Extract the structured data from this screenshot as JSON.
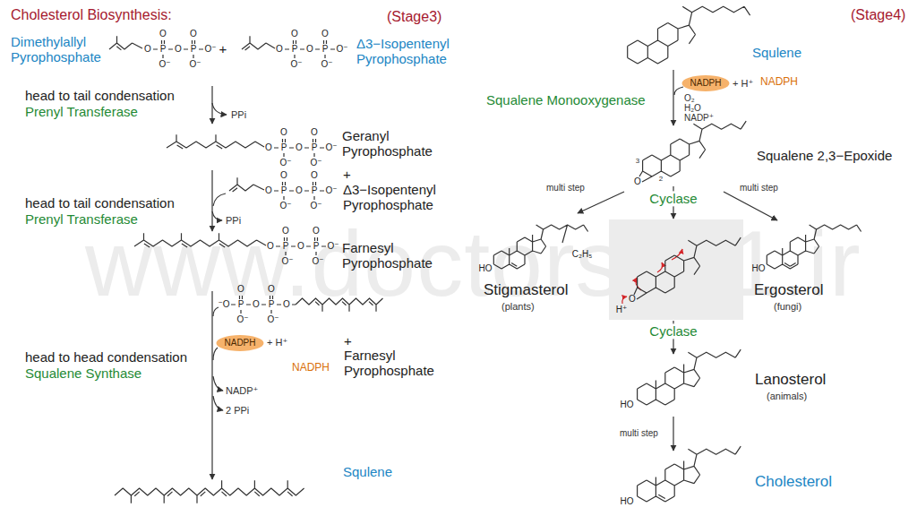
{
  "diagram": {
    "title": "Cholesterol Biosynthesis:",
    "nodes": [
      {
        "text": [
          "NADPH"
        ]
      },
      {
        "text": [
          "NADPH"
        ]
      }
    ],
    "labels": [
      "(Stage3)",
      "(Stage4)",
      "www.doctorsho1.ir",
      "Dimethylallyl Pyrophosphate",
      "O",
      "O",
      "O",
      "P",
      "O",
      "P",
      "O⁻",
      "O⁻",
      "O⁻",
      "+",
      "O",
      "O",
      "O",
      "P",
      "O",
      "P",
      "O⁻",
      "O⁻",
      "O⁻",
      "Δ3−Isopentenyl Pyrophosphate",
      "head to tail condensation",
      "Prenyl Transferase",
      "PPi",
      "O",
      "O",
      "O",
      "P",
      "O",
      "P",
      "O⁻",
      "O⁻",
      "O⁻",
      "Geranyl Pyrophosphate",
      "head to tail condensation",
      "Prenyl Transferase",
      "O",
      "O",
      "O",
      "P",
      "O",
      "P",
      "O⁻",
      "O⁻",
      "O⁻",
      "+",
      "Δ3−Isopentenyl Pyrophosphate",
      "PPi",
      "O",
      "O",
      "O",
      "P",
      "O",
      "P",
      "O⁻",
      "O⁻",
      "O⁻",
      "Farnesyl Pyrophosphate",
      "head to head condensation",
      "Squalene Synthase",
      "O",
      "O",
      "⁻O",
      "P",
      "O",
      "P",
      "O",
      "O⁻",
      "O⁻",
      "+ H⁺",
      "NADPH",
      "+",
      "Farnesyl Pyrophosphate",
      "NADP⁺",
      "2 PPi",
      "Squlene",
      "Squlene",
      "+ H⁺",
      "NADPH",
      "O₂",
      "H₂O",
      "NADP⁺",
      "Squalene Monooxygenase",
      "Squalene 2,3−Epoxide",
      "O",
      "3",
      "2",
      "multi step",
      "Cyclase",
      "multi step",
      "HO",
      "C₂H₅",
      "Stigmasterol",
      "(plants)",
      "O",
      "H⁺",
      "HO",
      "Ergosterol",
      "(fungi)",
      "Cyclase",
      "HO",
      "Lanosterol",
      "(animals)",
      "multi step",
      "HO",
      "Cholesterol"
    ]
  }
}
